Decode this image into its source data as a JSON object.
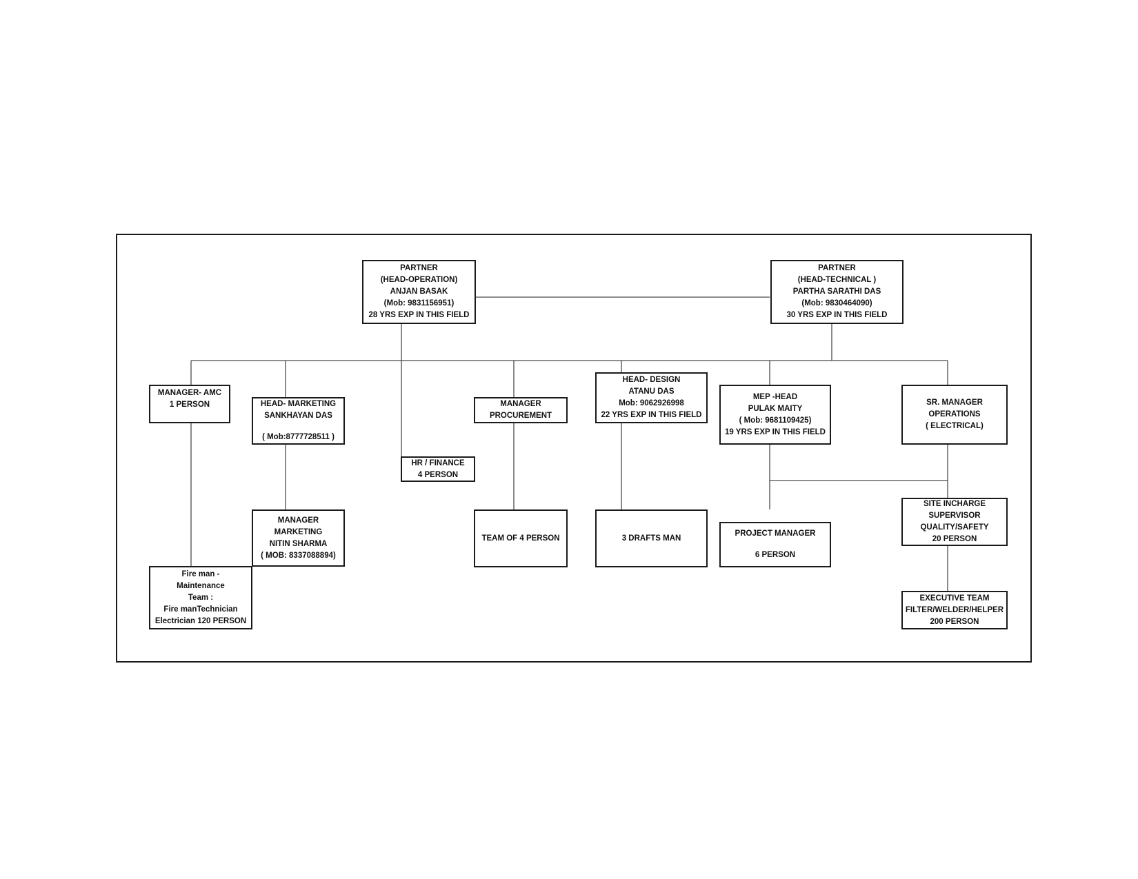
{
  "diagram": {
    "partner_operation": [
      "PARTNER",
      "(HEAD-OPERATION)",
      "ANJAN BASAK",
      "(Mob: 9831156951)",
      "28 YRS EXP IN THIS FIELD"
    ],
    "partner_technical": [
      "PARTNER",
      "(HEAD-TECHNICAL )",
      "PARTHA SARATHI DAS",
      "(Mob: 9830464090)",
      "30 YRS EXP IN THIS FIELD"
    ],
    "manager_amc": [
      "MANAGER- AMC",
      "1 PERSON"
    ],
    "head_marketing": [
      "HEAD- MARKETING",
      "SANKHAYAN DAS",
      "( Mob:8777728511 )"
    ],
    "hr_finance": [
      "HR / FINANCE",
      "4 PERSON"
    ],
    "manager_procurement": [
      "MANAGER",
      "PROCUREMENT"
    ],
    "head_design": [
      "HEAD- DESIGN",
      "ATANU DAS",
      "Mob: 9062926998",
      "22 YRS EXP IN THIS FIELD"
    ],
    "mep_head": [
      "MEP -HEAD",
      "PULAK MAITY",
      "( Mob: 9681109425)",
      "19 YRS EXP IN THIS FIELD"
    ],
    "sr_manager_operations": [
      "SR. MANAGER",
      "OPERATIONS",
      "( ELECTRICAL)"
    ],
    "manager_marketing": [
      "MANAGER",
      "MARKETING",
      "NITIN SHARMA",
      "( MOB: 8337088894)"
    ],
    "team_procurement": [
      "TEAM OF 4 PERSON"
    ],
    "drafts_man": [
      "3 DRAFTS MAN"
    ],
    "project_manager": [
      "PROJECT MANAGER",
      "6 PERSON"
    ],
    "site_incharge": [
      "SITE INCHARGE",
      "SUPERVISOR",
      "QUALITY/SAFETY",
      "20 PERSON"
    ],
    "fire_team": [
      "Fire man -",
      "Maintenance",
      "Team  :",
      "Fire manTechnician",
      "Electrician 120 PERSON"
    ],
    "executive_team": [
      "EXECUTIVE TEAM",
      "FILTER/WELDER/HELPER",
      "200 PERSON"
    ]
  }
}
